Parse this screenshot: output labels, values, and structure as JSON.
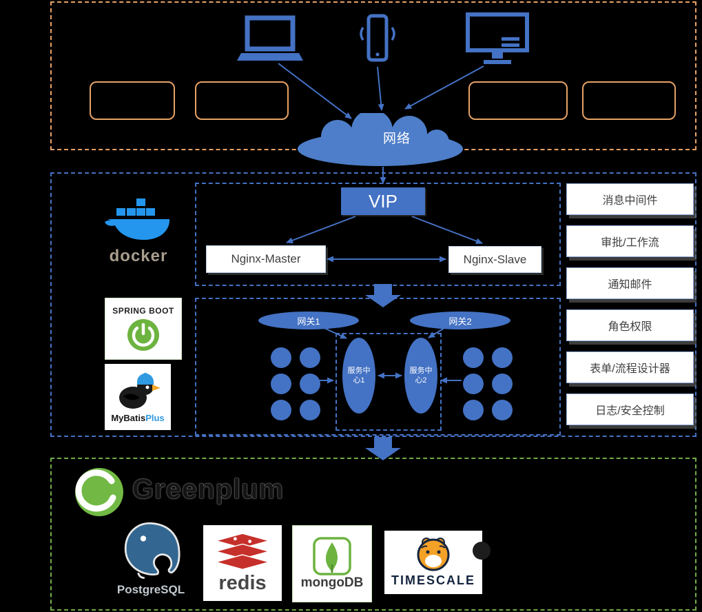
{
  "colors": {
    "accent_blue": "#4472c4",
    "zone_orange": "#e8a266",
    "zone_green": "#70ad47",
    "docker_blue": "#2496ed",
    "spring_green": "#6db33f",
    "redis_red": "#c6302b",
    "mongo_green": "#6cb33f",
    "timescale_navy": "#14243e",
    "timescale_orange": "#f4a127"
  },
  "icons": [
    "laptop-icon",
    "smartphone-icon",
    "monitor-icon",
    "network-cloud",
    "docker-whale-icon",
    "spring-power-icon",
    "mybatis-bird-icon",
    "greenplum-ring-icon",
    "postgresql-elephant-icon",
    "redis-stack-icon",
    "mongodb-leaf-icon",
    "timescale-tiger-icon"
  ],
  "top": {
    "cloud_label": "网络"
  },
  "middle": {
    "vip_label": "VIP",
    "nginx_master": "Nginx-Master",
    "nginx_slave": "Nginx-Slave",
    "gateway1": "网关1",
    "gateway2": "网关2",
    "service_center1": "服务中心1",
    "service_center2": "服务中心2",
    "modules": [
      "消息中间件",
      "审批/工作流",
      "通知邮件",
      "角色权限",
      "表单/流程设计器",
      "日志/安全控制"
    ]
  },
  "tech": {
    "docker_label": "docker",
    "spring_label": "SPRING BOOT",
    "mybatis_part1": "MyBatis",
    "mybatis_part2": "Plus"
  },
  "bottom": {
    "greenplum": "Greenplum",
    "postgresql": "PostgreSQL",
    "redis": "redis",
    "mongodb": "mongoDB",
    "timescale": "TIMESCALE"
  }
}
